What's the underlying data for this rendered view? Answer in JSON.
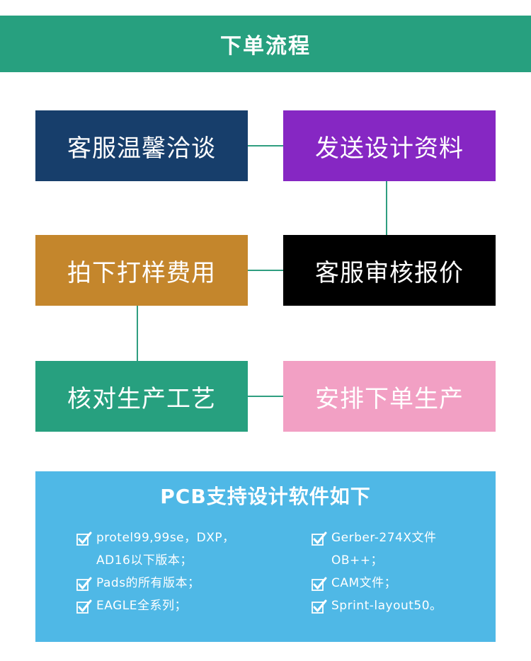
{
  "colors": {
    "header_bg": "#27A07F",
    "connector": "#2F9E80",
    "software_bg": "#4FB8E6"
  },
  "header": {
    "title": "下单流程"
  },
  "steps": [
    {
      "label": "客服温馨洽谈",
      "color": "#173E6B"
    },
    {
      "label": "发送设计资料",
      "color": "#8627C3"
    },
    {
      "label": "拍下打样费用",
      "color": "#C4862C"
    },
    {
      "label": "客服审核报价",
      "color": "#000000"
    },
    {
      "label": "核对生产工艺",
      "color": "#27A07F"
    },
    {
      "label": "安排下单生产",
      "color": "#F2A0C4"
    }
  ],
  "software": {
    "title": "PCB支持设计软件如下",
    "check_icon": "checkmark-icon",
    "left_items": [
      {
        "text": "protel99,99se，DXP，",
        "checked": true
      },
      {
        "text": "AD16以下版本；",
        "checked": false
      },
      {
        "text": "Pads的所有版本；",
        "checked": true
      },
      {
        "text": "EAGLE全系列；",
        "checked": true
      }
    ],
    "right_items": [
      {
        "text": "Gerber-274X文件",
        "checked": true
      },
      {
        "text": "OB++；",
        "checked": false
      },
      {
        "text": "CAM文件；",
        "checked": true
      },
      {
        "text": "Sprint-layout50。",
        "checked": true
      }
    ]
  }
}
